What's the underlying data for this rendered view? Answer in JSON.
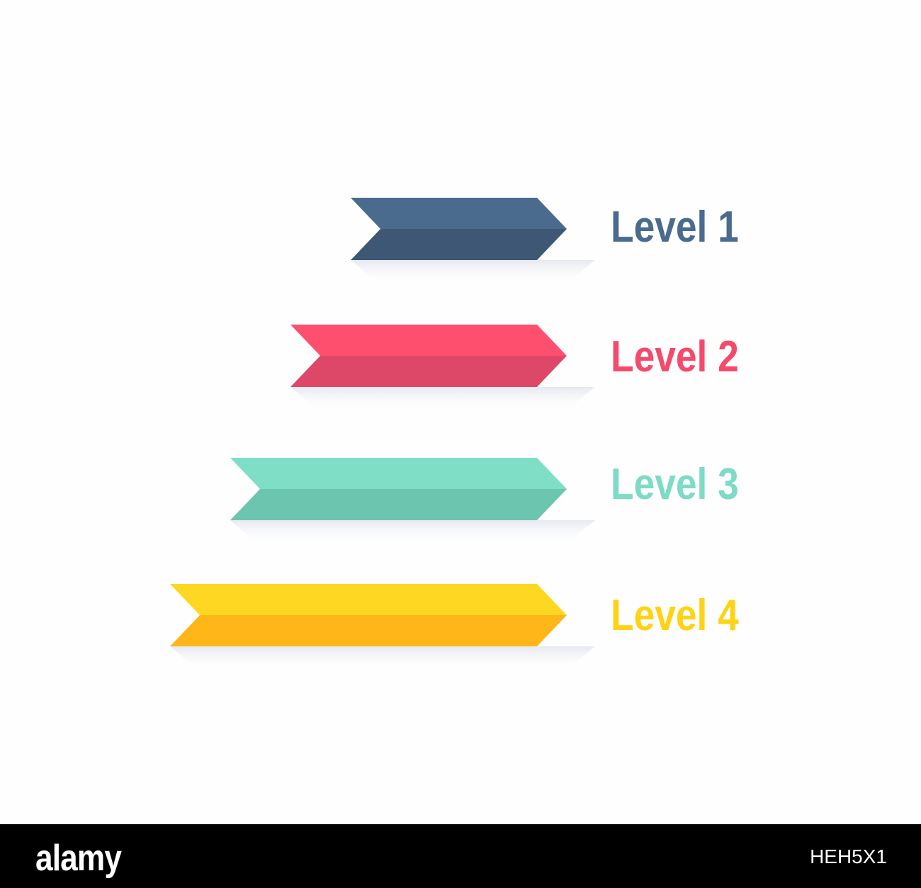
{
  "levels": [
    {
      "label": "Level 1",
      "value": 1,
      "color_top": "#4a6b8e",
      "color_bottom": "#3d5775",
      "label_color": "#4a6b8e"
    },
    {
      "label": "Level 2",
      "value": 2,
      "color_top": "#fe4f6f",
      "color_bottom": "#dd4868",
      "label_color": "#f44a6c"
    },
    {
      "label": "Level 3",
      "value": 3,
      "color_top": "#7edfc6",
      "color_bottom": "#6cc5ae",
      "label_color": "#7ddbc6"
    },
    {
      "label": "Level 4",
      "value": 4,
      "color_top": "#fed722",
      "color_bottom": "#feb618",
      "label_color": "#fed316"
    }
  ],
  "footer": {
    "logo_text": "alamy",
    "image_id": "HEH5X1",
    "background": "#000000"
  }
}
